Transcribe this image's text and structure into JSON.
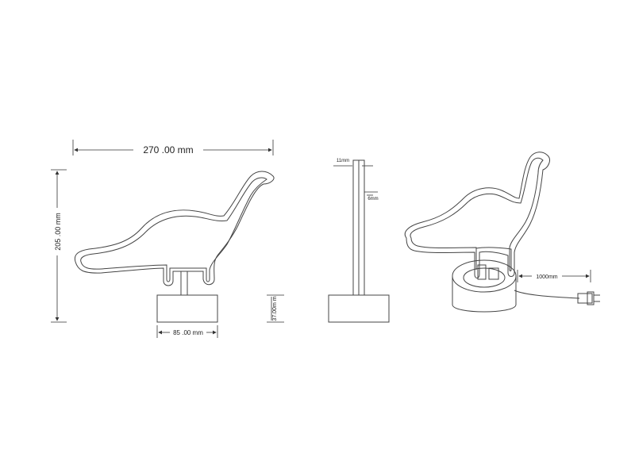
{
  "front_view": {
    "width_label": "270 .00 mm",
    "height_label": "205 .00 mm",
    "base_width_label": "85 .00 mm",
    "base_height_label": "37.00m m"
  },
  "side_view": {
    "top_thickness_label": "11mm",
    "tube_label": "6mm"
  },
  "perspective_view": {
    "cable_label": "1000mm"
  }
}
